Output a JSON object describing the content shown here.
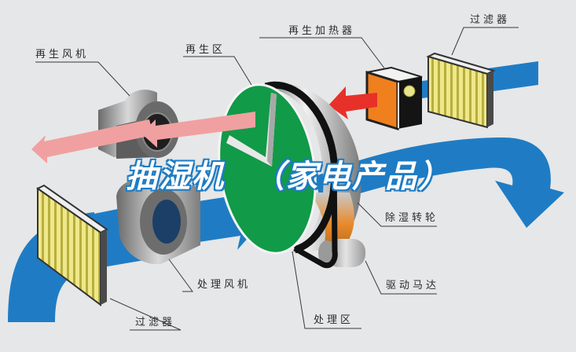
{
  "title": {
    "main": "抽湿机",
    "suffix": "（家电产品）"
  },
  "labels": {
    "regen_fan": "再生风机",
    "regen_zone": "再生区",
    "regen_heater": "再生加热器",
    "filter_top": "过滤器",
    "desiccant_wheel": "除湿转轮",
    "process_fan": "处理风机",
    "drive_motor": "驱动马达",
    "filter_bottom": "过滤器",
    "process_zone": "处理区"
  },
  "colors": {
    "background": "#e6e7e8",
    "process_air": "#1f7cc4",
    "regen_exhaust_air": "#f0a0a0",
    "heated_air": "#e8302a",
    "wheel_face": "#119a48",
    "heater_body": "#f07f1e",
    "filter_media": "#e8e070",
    "title_outline": "#1f7cc4"
  }
}
